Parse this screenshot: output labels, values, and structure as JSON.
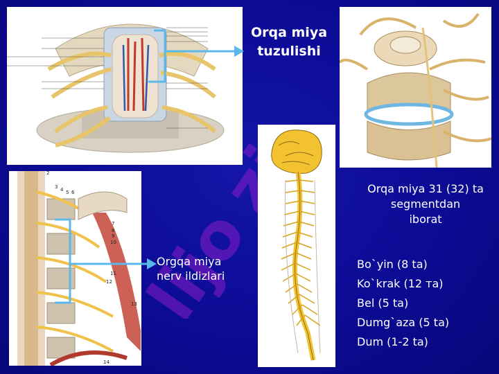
{
  "slide": {
    "title_line1": "Orqa miya",
    "title_line2": "tuzulishi",
    "nerve_label_line1": "Orgqa miya",
    "nerve_label_line2": "nerv ildizlari",
    "info_line1": "Orqa miya 31 (32) ta",
    "info_line2": "segmentdan",
    "info_line3": "iborat",
    "segments": [
      "Bo`yin (8 ta)",
      "Ko`krak (12 та)",
      "Bel (5 ta)",
      "Dumg`aza (5 ta)",
      "Dum (1-2 ta)"
    ],
    "numbers": [
      "2",
      "3",
      "4",
      "5",
      "6",
      "7",
      "8",
      "9",
      "10",
      "11",
      "12",
      "13",
      "14"
    ]
  },
  "colors": {
    "background": "#0b0b95",
    "arrow": "#5bb8e8",
    "nerve_yellow": "#f2c230",
    "watermark": "#9a1bd1"
  }
}
